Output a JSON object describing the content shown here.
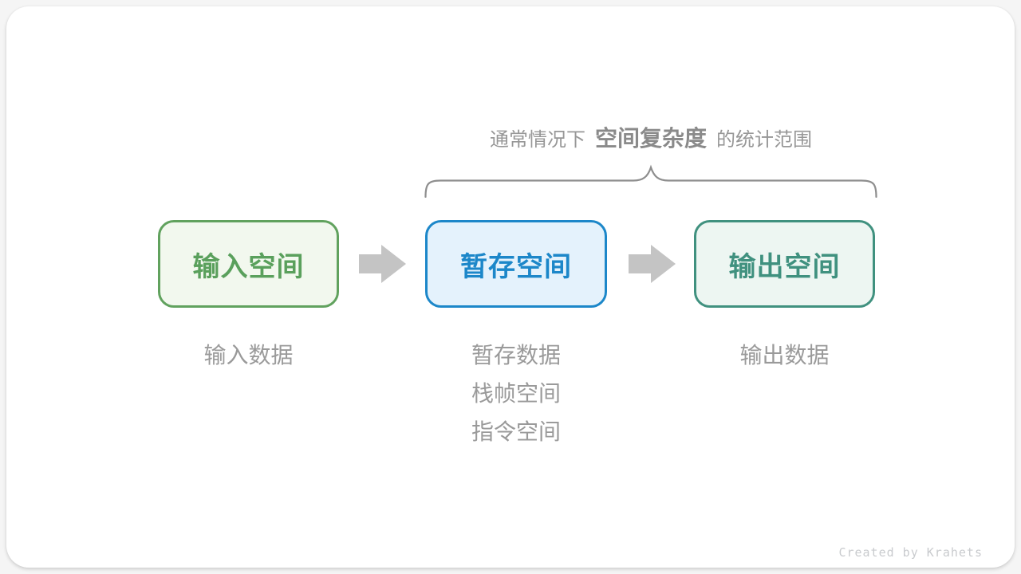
{
  "title": {
    "prefix": "通常情况下",
    "highlight": "空间复杂度",
    "suffix": "的统计范围"
  },
  "boxes": [
    {
      "label": "输入空间",
      "sub": [
        "输入数据"
      ]
    },
    {
      "label": "暂存空间",
      "sub": [
        "暂存数据",
        "栈帧空间",
        "指令空间"
      ]
    },
    {
      "label": "输出空间",
      "sub": [
        "输出数据"
      ]
    }
  ],
  "credit": "Created by Krahets",
  "colors": {
    "input_border": "#61a25e",
    "input_fill": "#f2f8ee",
    "temp_border": "#1c87c9",
    "temp_fill": "#e4f2fc",
    "output_border": "#40917f",
    "output_fill": "#edf6f2",
    "arrow_gray": "#c4c4c4",
    "brace_gray": "#8e8e8e",
    "label_gray": "#9a9a9a",
    "title_gray": "#8a8a8a",
    "credit_gray": "#c9cbce"
  }
}
